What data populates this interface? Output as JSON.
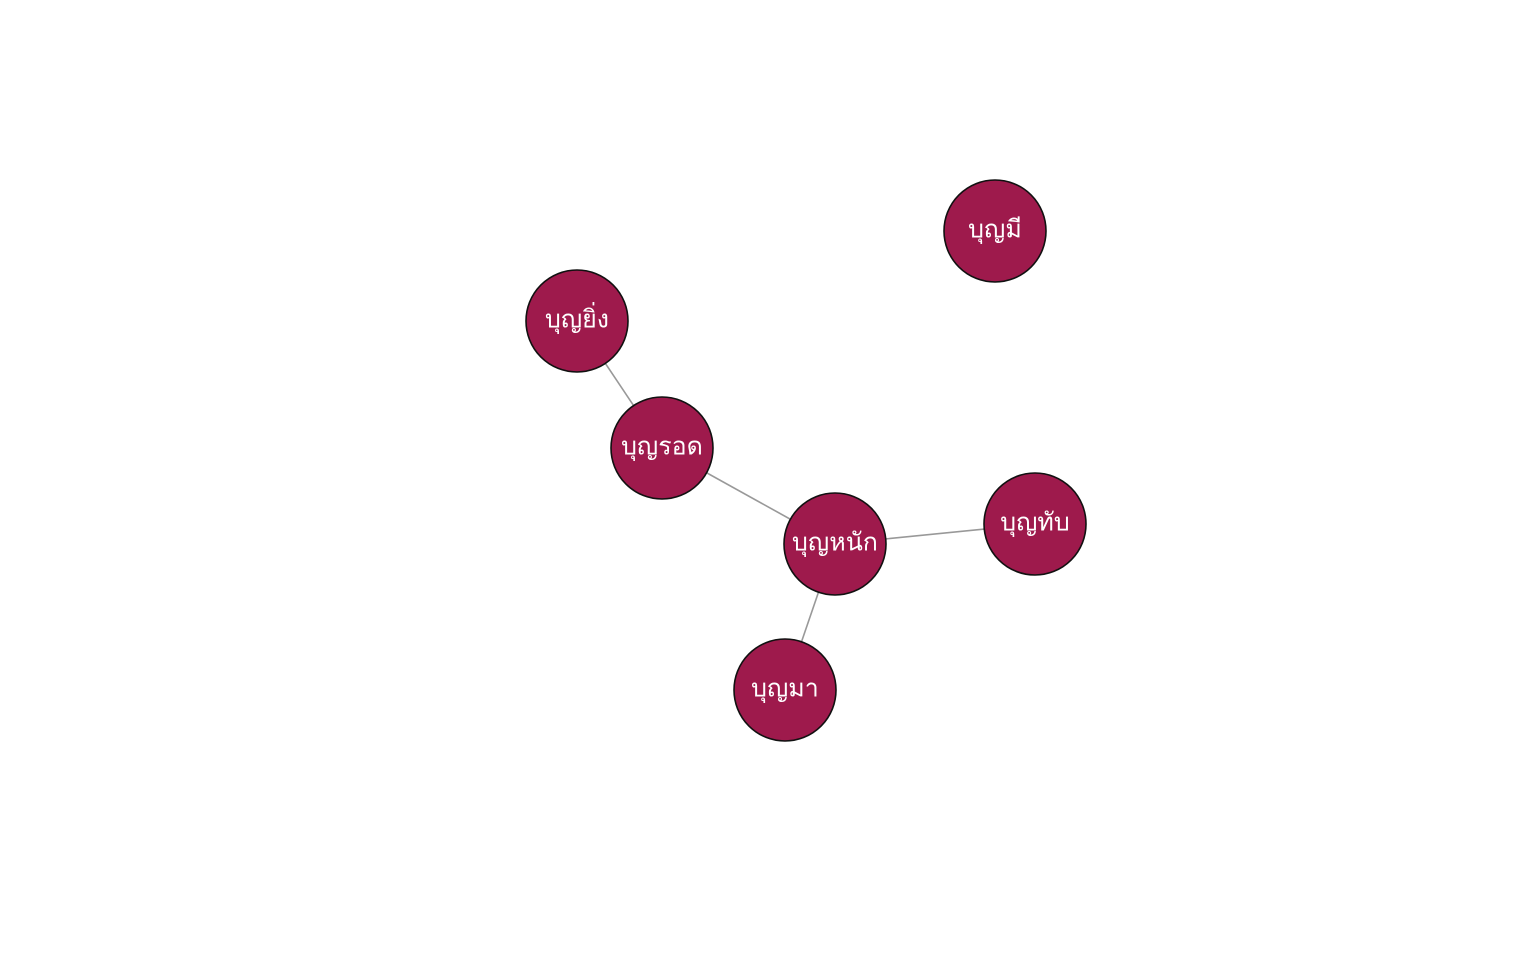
{
  "diagram": {
    "node_color": "#9e1a4c",
    "edge_color": "#999999",
    "nodes": [
      {
        "id": "n1",
        "label": "บุญมี"
      },
      {
        "id": "n2",
        "label": "บุญยิ่ง"
      },
      {
        "id": "n3",
        "label": "บุญรอด"
      },
      {
        "id": "n4",
        "label": "บุญหนัก"
      },
      {
        "id": "n5",
        "label": "บุญทับ"
      },
      {
        "id": "n6",
        "label": "บุญมา"
      }
    ],
    "edges": [
      {
        "from": "n2",
        "to": "n3"
      },
      {
        "from": "n3",
        "to": "n4"
      },
      {
        "from": "n4",
        "to": "n5"
      },
      {
        "from": "n4",
        "to": "n6"
      }
    ]
  }
}
